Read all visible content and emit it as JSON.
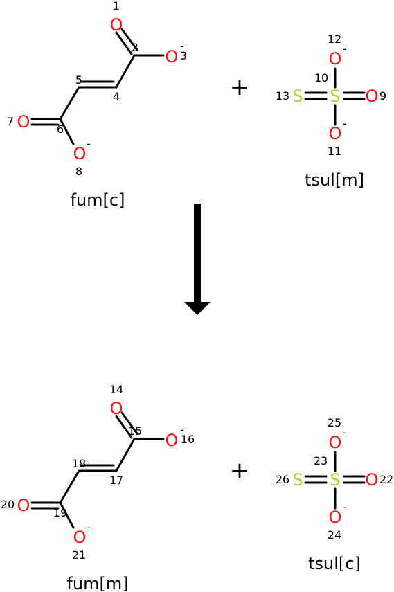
{
  "reaction": {
    "operator": "+",
    "reactants": [
      {
        "label": "fum[c]",
        "atoms": [
          {
            "element": "O",
            "number": "1",
            "charge": ""
          },
          {
            "element": "",
            "number": "2",
            "charge": ""
          },
          {
            "element": "O",
            "number": "3",
            "charge": "-"
          },
          {
            "element": "",
            "number": "4",
            "charge": ""
          },
          {
            "element": "",
            "number": "5",
            "charge": ""
          },
          {
            "element": "",
            "number": "6",
            "charge": ""
          },
          {
            "element": "O",
            "number": "7",
            "charge": ""
          },
          {
            "element": "O",
            "number": "8",
            "charge": "-"
          }
        ]
      },
      {
        "label": "tsul[m]",
        "atoms": [
          {
            "element": "O",
            "number": "9",
            "charge": ""
          },
          {
            "element": "S",
            "number": "10",
            "charge": ""
          },
          {
            "element": "O",
            "number": "11",
            "charge": "-"
          },
          {
            "element": "O",
            "number": "12",
            "charge": "-"
          },
          {
            "element": "S",
            "number": "13",
            "charge": ""
          }
        ]
      }
    ],
    "products": [
      {
        "label": "fum[m]",
        "atoms": [
          {
            "element": "O",
            "number": "14",
            "charge": ""
          },
          {
            "element": "",
            "number": "15",
            "charge": ""
          },
          {
            "element": "O",
            "number": "16",
            "charge": "-"
          },
          {
            "element": "",
            "number": "17",
            "charge": ""
          },
          {
            "element": "",
            "number": "18",
            "charge": ""
          },
          {
            "element": "",
            "number": "19",
            "charge": ""
          },
          {
            "element": "O",
            "number": "20",
            "charge": ""
          },
          {
            "element": "O",
            "number": "21",
            "charge": "-"
          }
        ]
      },
      {
        "label": "tsul[c]",
        "atoms": [
          {
            "element": "O",
            "number": "22",
            "charge": ""
          },
          {
            "element": "S",
            "number": "23",
            "charge": ""
          },
          {
            "element": "O",
            "number": "24",
            "charge": "-"
          },
          {
            "element": "O",
            "number": "25",
            "charge": "-"
          },
          {
            "element": "S",
            "number": "26",
            "charge": ""
          }
        ]
      }
    ]
  },
  "colors": {
    "oxygen": "#ff0d0d",
    "sulfur": "#c6c62c",
    "bond": "#000000",
    "arrow": "#000000"
  }
}
